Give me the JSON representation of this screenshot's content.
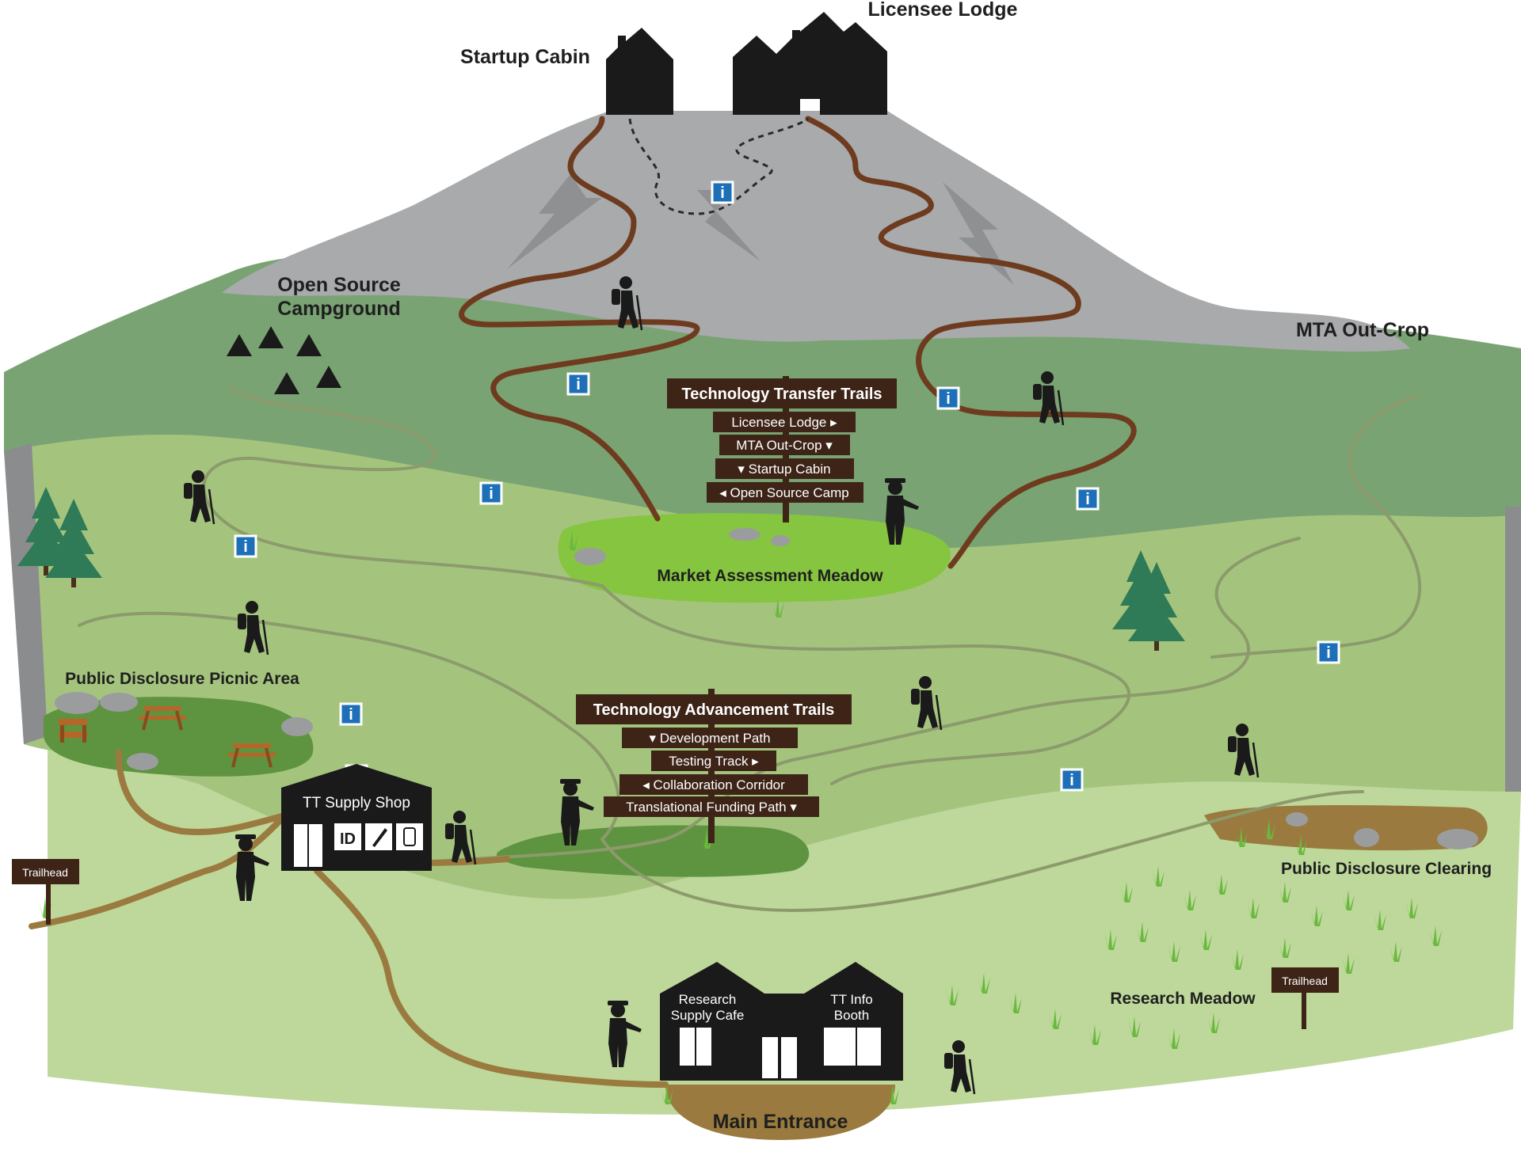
{
  "labels": {
    "startup_cabin": "Startup Cabin",
    "licensee_lodge": "Licensee Lodge",
    "open_source_line1": "Open Source",
    "open_source_line2": "Campground",
    "mta_outcrop": "MTA Out-Crop",
    "market_meadow": "Market Assessment Meadow",
    "picnic_area": "Public Disclosure Picnic Area",
    "disclosure_clearing": "Public Disclosure Clearing",
    "research_meadow": "Research Meadow",
    "main_entrance": "Main Entrance"
  },
  "transfer_sign": {
    "title": "Technology Transfer Trails",
    "items": [
      "Licensee Lodge ▸",
      "MTA Out-Crop ▾",
      "▾  Startup Cabin",
      "◂ Open Source Camp"
    ]
  },
  "advancement_sign": {
    "title": "Technology Advancement Trails",
    "items": [
      "▾  Development Path",
      "Testing Track  ▸",
      "◂  Collaboration Corridor",
      "Translational Funding Path  ▾"
    ]
  },
  "buildings": {
    "supply_shop": "TT Supply Shop",
    "supply_icon_id": "ID",
    "cafe_line1": "Research",
    "cafe_line2": "Supply Cafe",
    "booth_line1": "TT Info",
    "booth_line2": "Booth"
  },
  "trailheads": {
    "left": "Trailhead",
    "right": "Trailhead"
  },
  "info_icon_glyph": "i",
  "colors": {
    "mountain": "#a8aaac",
    "hill_dark": "#7aa373",
    "hill_mid": "#a4c47e",
    "field_light": "#bdd89a",
    "meadow_bright": "#86c540",
    "meadow_dark": "#5e9340",
    "trail_brown": "#6e3b1f",
    "trail_gold": "#9a7a3e",
    "sign_brown": "#3d2417",
    "info_blue": "#1d6fb8",
    "silhouette": "#1a1a1a"
  }
}
